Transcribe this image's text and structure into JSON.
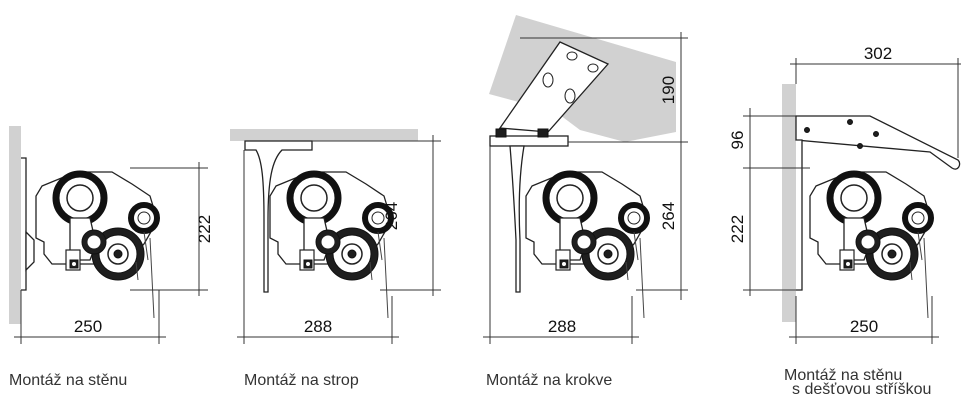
{
  "panels": [
    {
      "id": "wall",
      "caption": "Montáž na stěnu",
      "dim_width": "250",
      "dim_height": "222"
    },
    {
      "id": "ceiling",
      "caption": "Montáž na strop",
      "dim_width": "288",
      "dim_height": "264"
    },
    {
      "id": "rafter",
      "caption": "Montáž na krokve",
      "dim_width": "288",
      "dim_height": "264",
      "dim_top": "190"
    },
    {
      "id": "wall-canopy",
      "caption_line1": "Montáž na stěnu",
      "caption_line2": "s dešťovou stříškou",
      "dim_width": "250",
      "dim_top": "302",
      "dim_canopy": "96",
      "dim_height": "222"
    }
  ]
}
